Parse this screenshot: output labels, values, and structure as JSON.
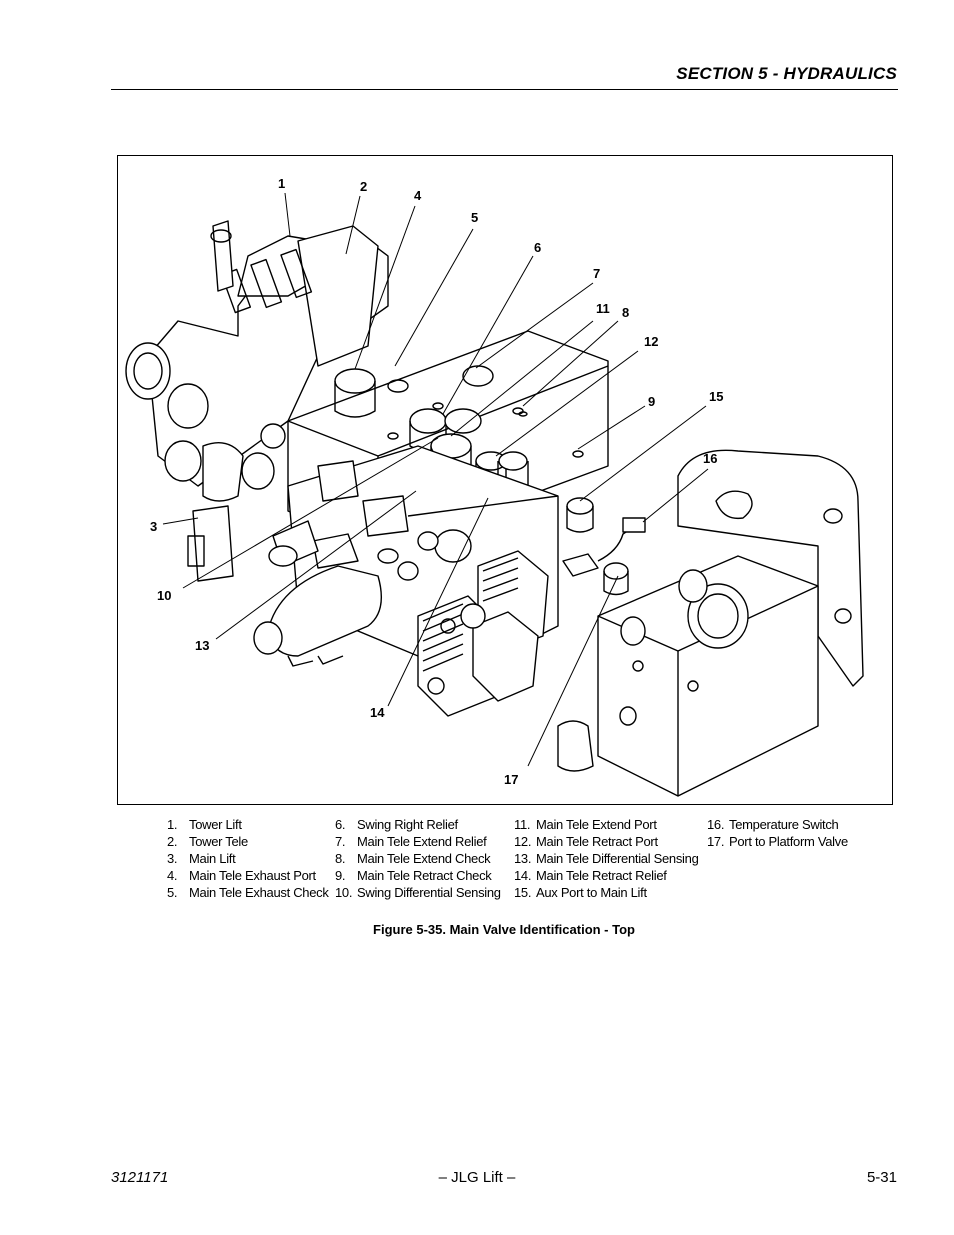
{
  "header": {
    "section_title": "SECTION 5 - HYDRAULICS"
  },
  "figure": {
    "callouts": [
      {
        "id": "c1",
        "label": "1"
      },
      {
        "id": "c2",
        "label": "2"
      },
      {
        "id": "c4",
        "label": "4"
      },
      {
        "id": "c5",
        "label": "5"
      },
      {
        "id": "c6",
        "label": "6"
      },
      {
        "id": "c7",
        "label": "7"
      },
      {
        "id": "c11",
        "label": "11"
      },
      {
        "id": "c8",
        "label": "8"
      },
      {
        "id": "c12",
        "label": "12"
      },
      {
        "id": "c9",
        "label": "9"
      },
      {
        "id": "c15",
        "label": "15"
      },
      {
        "id": "c16",
        "label": "16"
      },
      {
        "id": "c3",
        "label": "3"
      },
      {
        "id": "c10",
        "label": "10"
      },
      {
        "id": "c13",
        "label": "13"
      },
      {
        "id": "c14",
        "label": "14"
      },
      {
        "id": "c17",
        "label": "17"
      }
    ],
    "legend": [
      [
        {
          "num": "1.",
          "text": "Tower Lift"
        },
        {
          "num": "2.",
          "text": "Tower Tele"
        },
        {
          "num": "3.",
          "text": "Main Lift"
        },
        {
          "num": "4.",
          "text": "Main Tele Exhaust Port"
        },
        {
          "num": "5.",
          "text": "Main Tele Exhaust Check"
        }
      ],
      [
        {
          "num": "6.",
          "text": "Swing Right Relief"
        },
        {
          "num": "7.",
          "text": "Main Tele Extend Relief"
        },
        {
          "num": "8.",
          "text": "Main Tele Extend Check"
        },
        {
          "num": "9.",
          "text": "Main Tele Retract Check"
        },
        {
          "num": "10.",
          "text": "Swing Differential Sensing"
        }
      ],
      [
        {
          "num": "11.",
          "text": "Main Tele Extend Port"
        },
        {
          "num": "12.",
          "text": "Main Tele Retract Port"
        },
        {
          "num": "13.",
          "text": "Main Tele Differential Sensing"
        },
        {
          "num": "14.",
          "text": "Main Tele Retract Relief"
        },
        {
          "num": "15.",
          "text": "Aux Port to Main Lift"
        }
      ],
      [
        {
          "num": "16.",
          "text": "Temperature Switch"
        },
        {
          "num": "17.",
          "text": "Port to Platform Valve"
        }
      ]
    ],
    "caption": "Figure 5-35.  Main Valve Identification - Top"
  },
  "footer": {
    "doc_number": "3121171",
    "brand": "– JLG Lift –",
    "page": "5-31"
  }
}
